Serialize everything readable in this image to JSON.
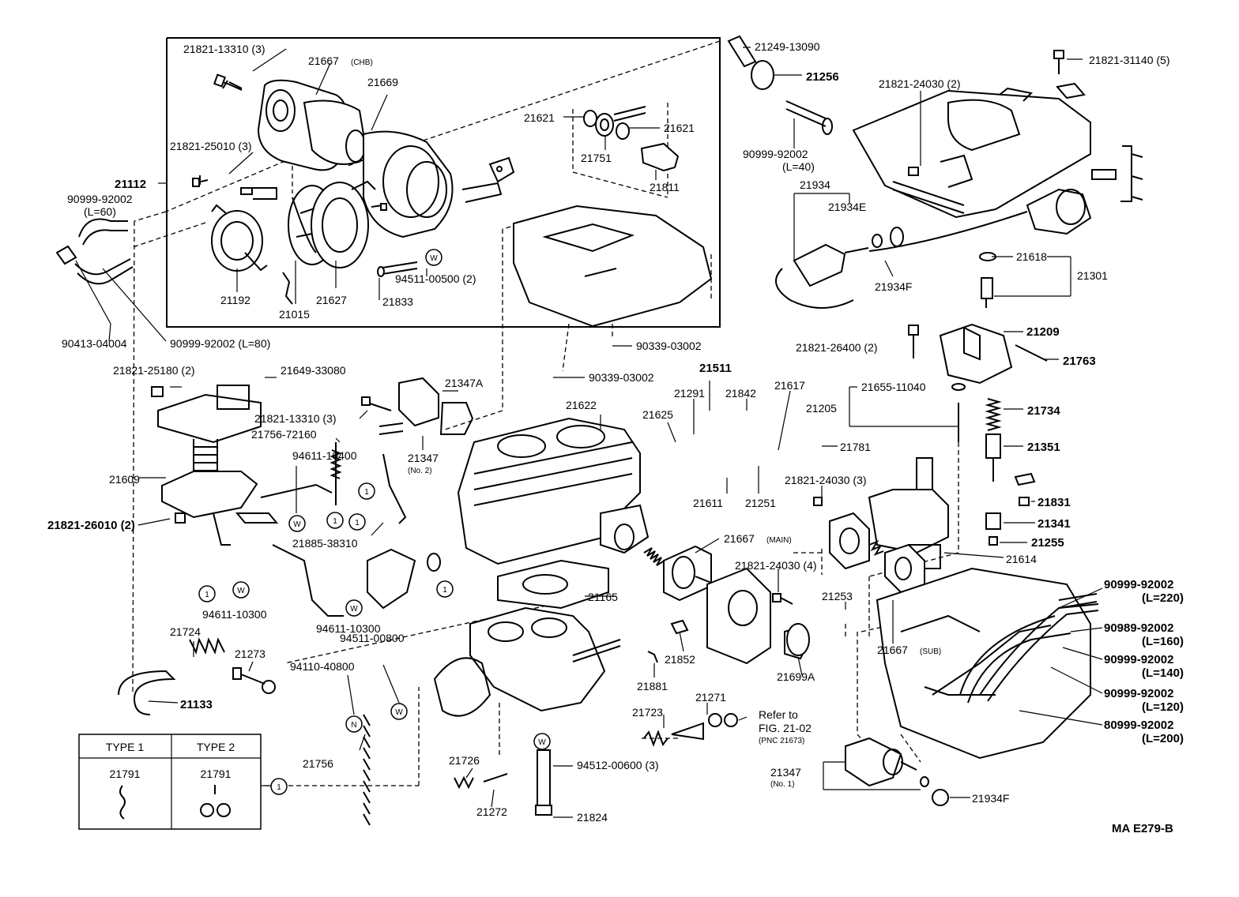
{
  "labels": {
    "l21821_13310_top": "21821-13310 (3)",
    "l21667_chb": "21667",
    "l21667_chb_sub": "(CHB)",
    "l21669": "21669",
    "l21821_25010": "21821-25010 (3)",
    "l21112": "21112",
    "l90999_l60_a": "90999-92002",
    "l90999_l60_b": "(L=60)",
    "l21192": "21192",
    "l21015": "21015",
    "l21627": "21627",
    "l21833": "21833",
    "l94511_00500": "94511-00500 (2)",
    "l21621_a": "21621",
    "l21621_b": "21621",
    "l21751": "21751",
    "l21811": "21811",
    "l90413": "90413-04004",
    "l90999_l80": "90999-92002 (L=80)",
    "l21249": "21249-13090",
    "l21256": "21256",
    "l90999_l40_a": "90999-92002",
    "l90999_l40_b": "(L=40)",
    "l21821_24030_2": "21821-24030 (2)",
    "l21821_31140": "21821-31140 (5)",
    "l21934": "21934",
    "l21934e": "21934E",
    "l21934f_top": "21934F",
    "l21618": "21618",
    "l21301": "21301",
    "l21209": "21209",
    "l21763": "21763",
    "l21821_26400": "21821-26400 (2)",
    "l90339_a": "90339-03002",
    "l90339_b": "90339-03002",
    "l21821_25180": "21821-25180 (2)",
    "l21649": "21649-33080",
    "l21347a": "21347A",
    "l21821_13310_mid": "21821-13310 (3)",
    "l21756_72160": "21756-72160",
    "l21347_no2": "21347",
    "l21347_no2_sub": "(No. 2)",
    "l21622": "21622",
    "l21511": "21511",
    "l21291": "21291",
    "l21842": "21842",
    "l21625": "21625",
    "l21617": "21617",
    "l21655": "21655-11040",
    "l21205": "21205",
    "l21734": "21734",
    "l21351": "21351",
    "l21781": "21781",
    "l21611": "21611",
    "l21251": "21251",
    "l21821_24030_3": "21821-24030 (3)",
    "l21831": "21831",
    "l21341": "21341",
    "l21255": "21255",
    "l21614": "21614",
    "l94611_10400": "94611-10400",
    "l21609": "21609",
    "l21821_26010": "21821-26010 (2)",
    "l21885": "21885-38310",
    "l21667_main": "21667",
    "l21667_main_sub": "(MAIN)",
    "l94611_10300_a": "94611-10300",
    "l94611_10300_b": "94611-10300",
    "l21165": "21165",
    "l21821_24030_4": "21821-24030 (4)",
    "l21253": "21253",
    "l21667_sub": "21667",
    "l21667_sub_sub": "(SUB)",
    "l90999_l220_a": "90999-92002",
    "l90999_l220_b": "(L=220)",
    "l90989_l160_a": "90989-92002",
    "l90989_l160_b": "(L=160)",
    "l90999_l140_a": "90999-92002",
    "l90999_l140_b": "(L=140)",
    "l90999_l120_a": "90999-92002",
    "l90999_l120_b": "(L=120)",
    "l80999_l200_a": "80999-92002",
    "l80999_l200_b": "(L=200)",
    "l21724": "21724",
    "l21273": "21273",
    "l94511_00800": "94511-00800",
    "l94110": "94110-40800",
    "l21881": "21881",
    "l21852": "21852",
    "l21699a": "21699A",
    "l21133": "21133",
    "l21723": "21723",
    "l21271": "21271",
    "l21756": "21756",
    "l21726": "21726",
    "l94512": "94512-00600 (3)",
    "l21272": "21272",
    "l21824": "21824",
    "l21347_no1": "21347",
    "l21347_no1_sub": "(No. 1)",
    "l21934f_bot": "21934F",
    "refer_1": "Refer to",
    "refer_2": "FIG. 21-02",
    "refer_3": "(PNC 21673)",
    "fig_id": "MA  E279-B"
  },
  "symbols": {
    "washer": "W",
    "nut": "N",
    "type_marker": "1"
  },
  "legend_table": {
    "type1_header": "TYPE 1",
    "type2_header": "TYPE 2",
    "type1_part": "21791",
    "type2_part": "21791"
  },
  "colors": {
    "line": "#000000",
    "background": "#ffffff"
  }
}
